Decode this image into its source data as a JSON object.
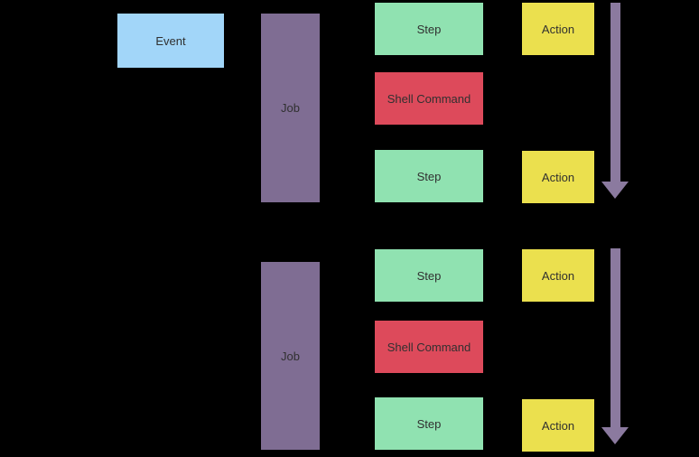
{
  "diagram": {
    "background": "#000000",
    "colors": {
      "background": "#000000",
      "event": "#a2d6f9",
      "job": "#7f6d93",
      "step": "#90e2b1",
      "shell": "#dd4a5b",
      "action": "#ebe04e",
      "arrow": "#8b7a9f",
      "text": "#303030"
    },
    "event": {
      "label": "Event"
    },
    "groups": [
      {
        "job": {
          "label": "Job"
        },
        "steps": [
          {
            "type": "step",
            "label": "Step"
          },
          {
            "type": "shell",
            "label": "Shell Command"
          },
          {
            "type": "step",
            "label": "Step"
          }
        ],
        "actions": [
          {
            "label": "Action"
          },
          {
            "label": "Action"
          }
        ],
        "arrow": {
          "direction": "down"
        }
      },
      {
        "job": {
          "label": "Job"
        },
        "steps": [
          {
            "type": "step",
            "label": "Step"
          },
          {
            "type": "shell",
            "label": "Shell Command"
          },
          {
            "type": "step",
            "label": "Step"
          }
        ],
        "actions": [
          {
            "label": "Action"
          },
          {
            "label": "Action"
          }
        ],
        "arrow": {
          "direction": "down"
        }
      }
    ]
  }
}
